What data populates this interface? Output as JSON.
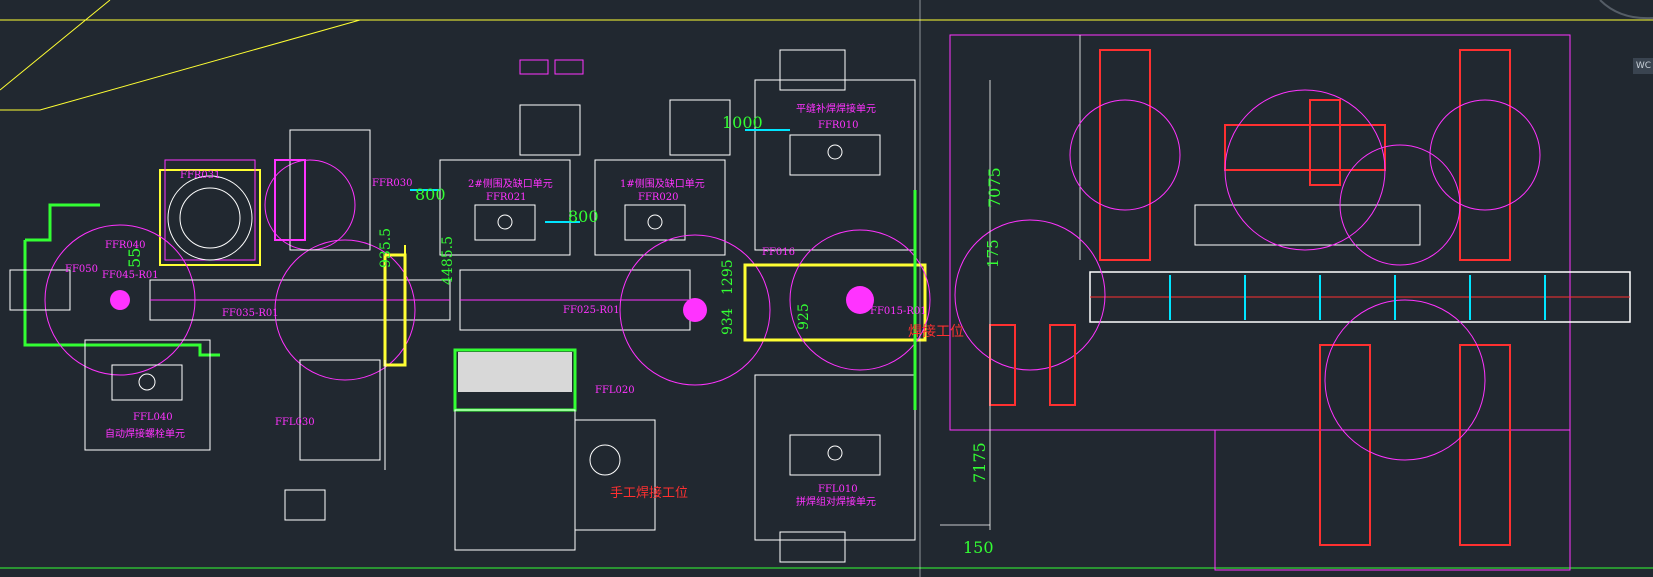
{
  "drawing": {
    "labels": {
      "ffr031": "FFR031",
      "ffr030": "FFR030",
      "ffr040": "FFR040",
      "ff050": "FF050",
      "ff045": "FF045-R01",
      "ff035": "FF035-R01",
      "ffr021_title": "2#侧围及缺口单元",
      "ffr021": "FFR021",
      "ffr020_title": "1#侧围及缺口单元",
      "ffr020": "FFR020",
      "ffr010_title": "平缝补焊焊接单元",
      "ffr010": "FFR010",
      "ff025": "FF025-R01",
      "ff016": "FF016",
      "ff015": "FF015-R01",
      "ffl040": "FFL040",
      "ffl040_title": "自动焊接螺栓单元",
      "ffl030": "FFL030",
      "ffl020": "FFL020",
      "ffl010": "FFL010",
      "ffl010_title": "拼焊组对焊接单元",
      "red_note": "手工焊接工位",
      "red_station": "焊接工位"
    },
    "dimensions": {
      "d800a": "800",
      "d800b": "800",
      "d1000": "1000",
      "d55": "55",
      "d4485": "4485.5",
      "d935": "935.5",
      "d1295": "1295",
      "d934": "934",
      "d925": "925",
      "d175": "175",
      "d7075": "7075",
      "d7175": "7175",
      "d150": "150"
    },
    "corner_tab": "WC"
  }
}
